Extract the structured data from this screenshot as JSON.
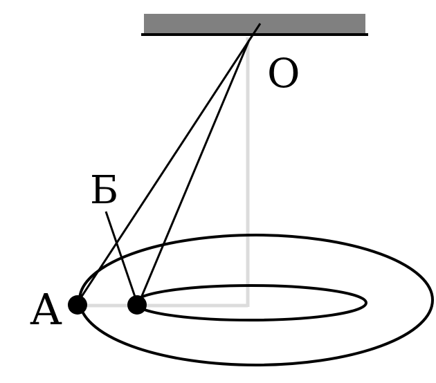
{
  "labels": {
    "suspension_point": "O",
    "point_a": "A",
    "point_b": "Б"
  },
  "colors": {
    "ceiling": "#808080",
    "lines": "#000000",
    "guides": "#dcdcdc",
    "background": "#ffffff"
  }
}
